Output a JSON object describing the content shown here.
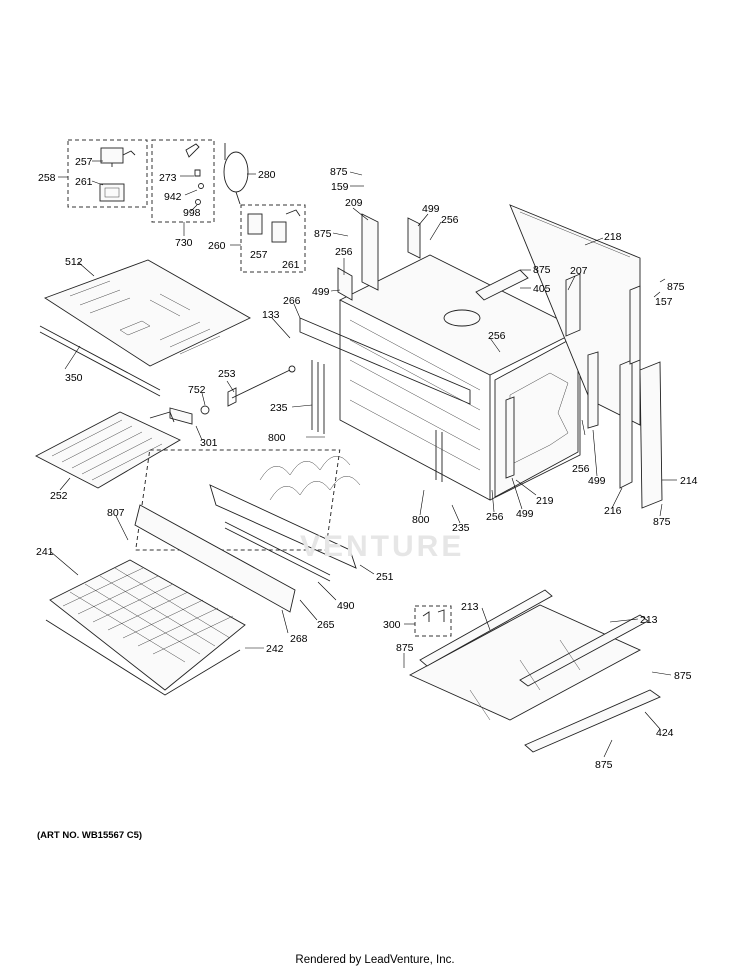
{
  "art_number": "(ART NO. WB15567 C5)",
  "footer": "Rendered by LeadVenture, Inc.",
  "watermark": "VENTURE",
  "callouts": [
    "257",
    "261",
    "258",
    "273",
    "942",
    "998",
    "730",
    "280",
    "260",
    "257",
    "261",
    "875",
    "159",
    "209",
    "875",
    "256",
    "499",
    "256",
    "875",
    "405",
    "207",
    "218",
    "875",
    "157",
    "499",
    "512",
    "266",
    "133",
    "256",
    "253",
    "752",
    "301",
    "350",
    "235",
    "800",
    "256",
    "499",
    "256",
    "216",
    "214",
    "875",
    "252",
    "807",
    "251",
    "800",
    "235",
    "256",
    "499",
    "219",
    "241",
    "490",
    "265",
    "268",
    "242",
    "213",
    "213",
    "300",
    "875",
    "875",
    "424",
    "875"
  ]
}
